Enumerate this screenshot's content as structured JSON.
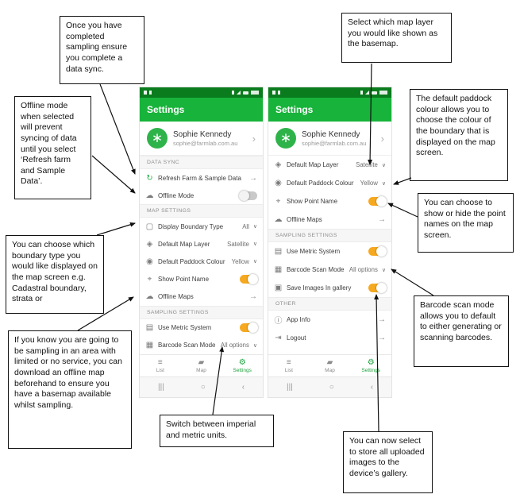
{
  "callouts": [
    {
      "text": "Once you have completed sampling ensure you complete a data sync."
    },
    {
      "text": "Offline mode when selected will prevent syncing of data until you select ‘Refresh farm and Sample Data’."
    },
    {
      "text": "You can choose which boundary type you would like displayed on the map screen e.g. Cadastral boundary, strata or"
    },
    {
      "text": "If you know you are going to be sampling in an area with limited or no service, you can download an offline map beforehand to ensure you have a basemap available whilst sampling."
    },
    {
      "text": "Switch between imperial and metric units."
    },
    {
      "text": "Select which map layer you would like shown as the basemap."
    },
    {
      "text": "The default paddock colour allows you to choose the colour of the boundary that is displayed on the map screen."
    },
    {
      "text": "You can choose to show or hide the point names on the map screen."
    },
    {
      "text": "Barcode scan mode allows you to default to either generating or scanning barcodes."
    },
    {
      "text": "You can now select to store all uploaded images to the device’s gallery."
    }
  ],
  "icons": {
    "refresh": "↻",
    "cloud": "☁",
    "boundary": "▢",
    "layers": "◈",
    "palette": "◉",
    "pin": "⌖",
    "ruler": "▤",
    "barcode": "▦",
    "save_gallery": "▣",
    "info": "ⓘ",
    "logout": "⇥",
    "chevron_right": "›",
    "arrow_right": "→",
    "caret_down": "∨",
    "nav_list": "≡",
    "nav_map": "▰",
    "nav_settings": "⚙",
    "android_recents": "|||",
    "android_home": "○",
    "android_back": "‹",
    "avatar_mark": "∗"
  },
  "colors": {
    "status_bar": "#0b7c1e",
    "app_header": "#17b33a",
    "toggle_on": "#f6a91f",
    "nav_active": "#1ea23c",
    "avatar": "#2eb34a"
  },
  "phone_left": {
    "header_title": "Settings",
    "profile": {
      "name": "Sophie Kennedy",
      "email": "sophie@farmlab.com.au"
    },
    "section_data_sync": "DATA SYNC",
    "section_map_settings": "MAP SETTINGS",
    "section_sampling_settings": "SAMPLING SETTINGS",
    "rows": {
      "refresh": {
        "label": "Refresh Farm & Sample Data"
      },
      "offline_mode": {
        "label": "Offline Mode",
        "state": "off"
      },
      "boundary_type": {
        "label": "Display Boundary Type",
        "value": "All"
      },
      "map_layer": {
        "label": "Default Map Layer",
        "value": "Satellite"
      },
      "paddock_colour": {
        "label": "Default Paddock Colour",
        "value": "Yellow"
      },
      "point_name": {
        "label": "Show Point Name",
        "state": "on"
      },
      "offline_maps": {
        "label": "Offline Maps"
      },
      "metric": {
        "label": "Use Metric System",
        "state": "on"
      },
      "barcode": {
        "label": "Barcode Scan Mode",
        "value": "All options"
      }
    },
    "nav": {
      "list": "List",
      "map": "Map",
      "settings": "Settings"
    }
  },
  "phone_right": {
    "header_title": "Settings",
    "profile": {
      "name": "Sophie Kennedy",
      "email": "sophie@farmlab.com.au"
    },
    "section_sampling_settings": "SAMPLING SETTINGS",
    "section_other": "OTHER",
    "rows": {
      "map_layer": {
        "label": "Default Map Layer",
        "value": "Satellite"
      },
      "paddock_colour": {
        "label": "Default Paddock Colour",
        "value": "Yellow"
      },
      "point_name": {
        "label": "Show Point Name",
        "state": "on"
      },
      "offline_maps": {
        "label": "Offline Maps"
      },
      "metric": {
        "label": "Use Metric System",
        "state": "on"
      },
      "barcode": {
        "label": "Barcode Scan Mode",
        "value": "All options"
      },
      "save_images": {
        "label": "Save Images In gallery",
        "state": "on"
      },
      "app_info": {
        "label": "App Info"
      },
      "logout": {
        "label": "Logout"
      }
    },
    "nav": {
      "list": "List",
      "map": "Map",
      "settings": "Settings"
    }
  }
}
